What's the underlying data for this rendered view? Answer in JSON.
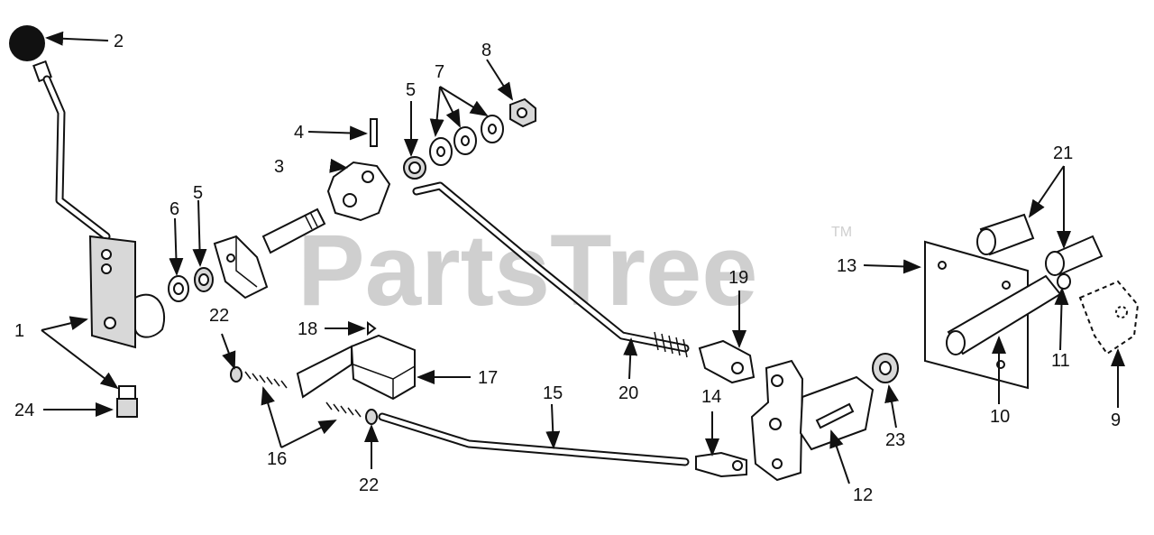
{
  "watermark": {
    "text": "PartsTree",
    "trademark": "TM"
  },
  "callouts": [
    {
      "id": "1",
      "label": "1"
    },
    {
      "id": "2",
      "label": "2"
    },
    {
      "id": "3",
      "label": "3"
    },
    {
      "id": "4",
      "label": "4"
    },
    {
      "id": "5a",
      "label": "5"
    },
    {
      "id": "5b",
      "label": "5"
    },
    {
      "id": "6",
      "label": "6"
    },
    {
      "id": "7",
      "label": "7"
    },
    {
      "id": "8",
      "label": "8"
    },
    {
      "id": "9",
      "label": "9"
    },
    {
      "id": "10",
      "label": "10"
    },
    {
      "id": "11",
      "label": "11"
    },
    {
      "id": "12",
      "label": "12"
    },
    {
      "id": "13",
      "label": "13"
    },
    {
      "id": "14",
      "label": "14"
    },
    {
      "id": "15",
      "label": "15"
    },
    {
      "id": "16",
      "label": "16"
    },
    {
      "id": "17",
      "label": "17"
    },
    {
      "id": "18",
      "label": "18"
    },
    {
      "id": "19",
      "label": "19"
    },
    {
      "id": "20",
      "label": "20"
    },
    {
      "id": "21",
      "label": "21"
    },
    {
      "id": "22a",
      "label": "22"
    },
    {
      "id": "22b",
      "label": "22"
    },
    {
      "id": "23",
      "label": "23"
    },
    {
      "id": "24",
      "label": "24"
    }
  ]
}
